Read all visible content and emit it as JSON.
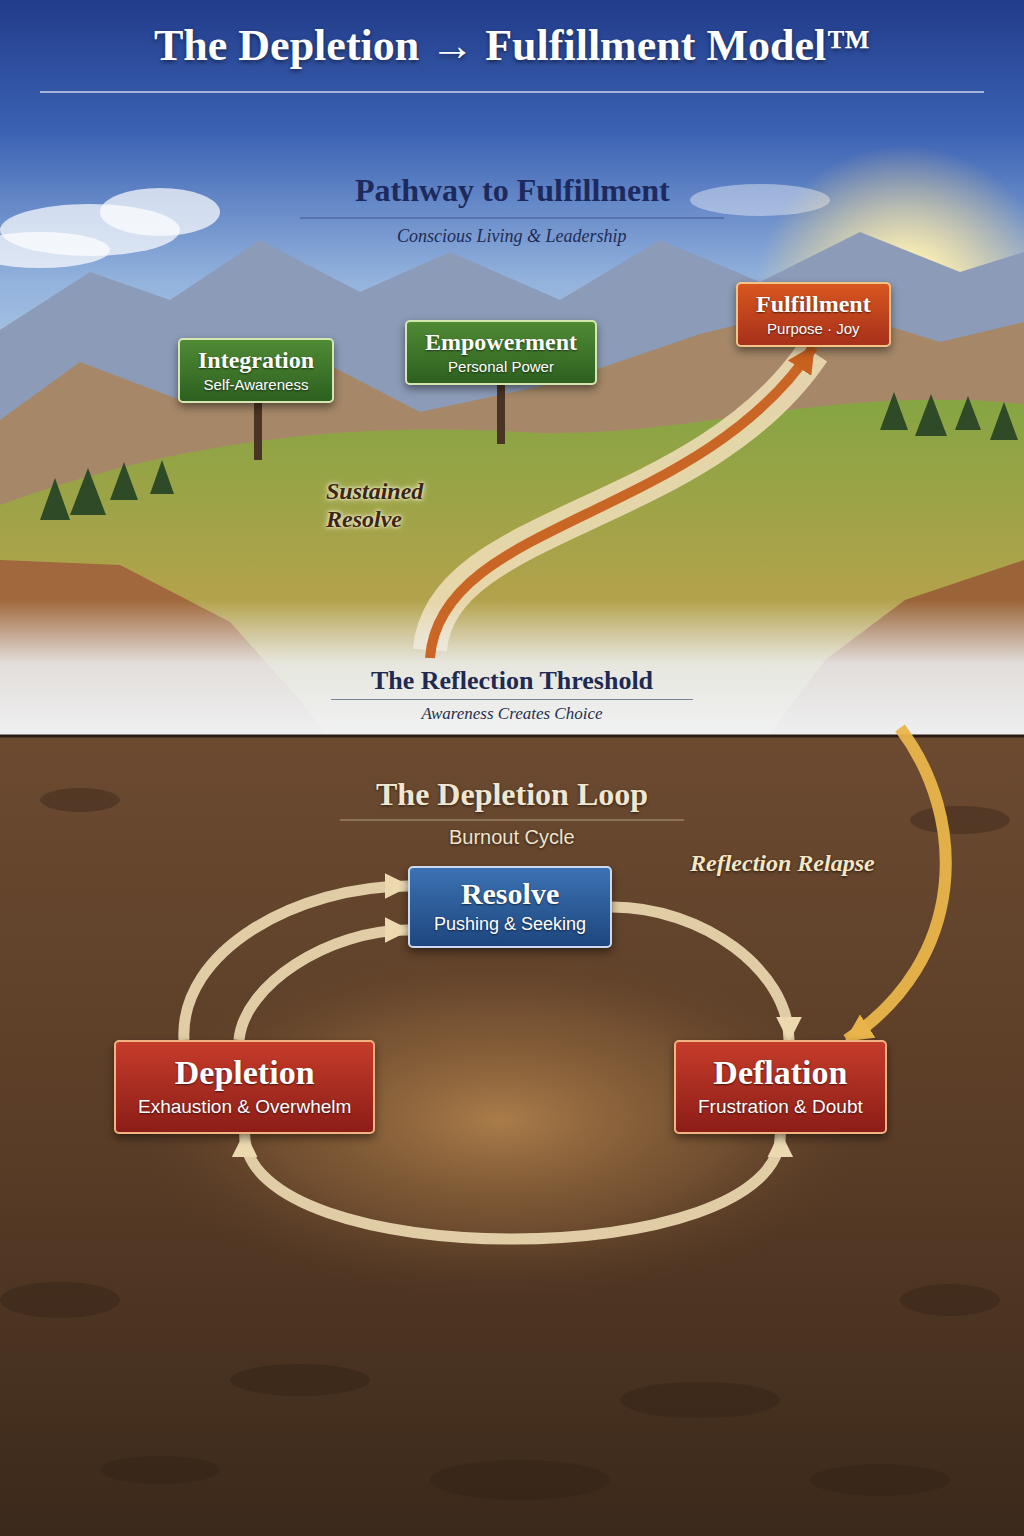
{
  "diagram": {
    "title": "The Depletion → Fulfillment Model™",
    "nodes": [
      {
        "text": [
          "Integration",
          "Self-Awareness"
        ]
      },
      {
        "text": [
          "Empowerment",
          "Personal Power"
        ]
      },
      {
        "text": [
          "Fulfillment",
          "Purpose · Joy"
        ]
      },
      {
        "text": [
          "The Reflection Threshold",
          "Awareness Creates Choice"
        ]
      },
      {
        "text": [
          "Resolve",
          "Pushing & Seeking"
        ]
      },
      {
        "text": [
          "Depletion",
          "Exhaustion & Overwhelm"
        ]
      },
      {
        "text": [
          "Deflation",
          "Frustration & Doubt"
        ]
      }
    ],
    "edges": [
      {
        "from": 3,
        "to": 2,
        "label": "Sustained Resolve",
        "arrow": "to"
      },
      {
        "from": 5,
        "to": 4,
        "arrow": "to"
      },
      {
        "from": 5,
        "to": 4,
        "arrow": "to"
      },
      {
        "from": 4,
        "to": 6,
        "arrow": "to"
      },
      {
        "from": 6,
        "to": 5,
        "arrow": "both"
      },
      {
        "from": 3,
        "to": 6,
        "label": "Reflection Relapse",
        "arrow": "to"
      }
    ],
    "labels": [
      "Pathway to Fulfillment",
      "Conscious Living & Leadership",
      "The Depletion Loop",
      "Burnout Cycle"
    ]
  }
}
